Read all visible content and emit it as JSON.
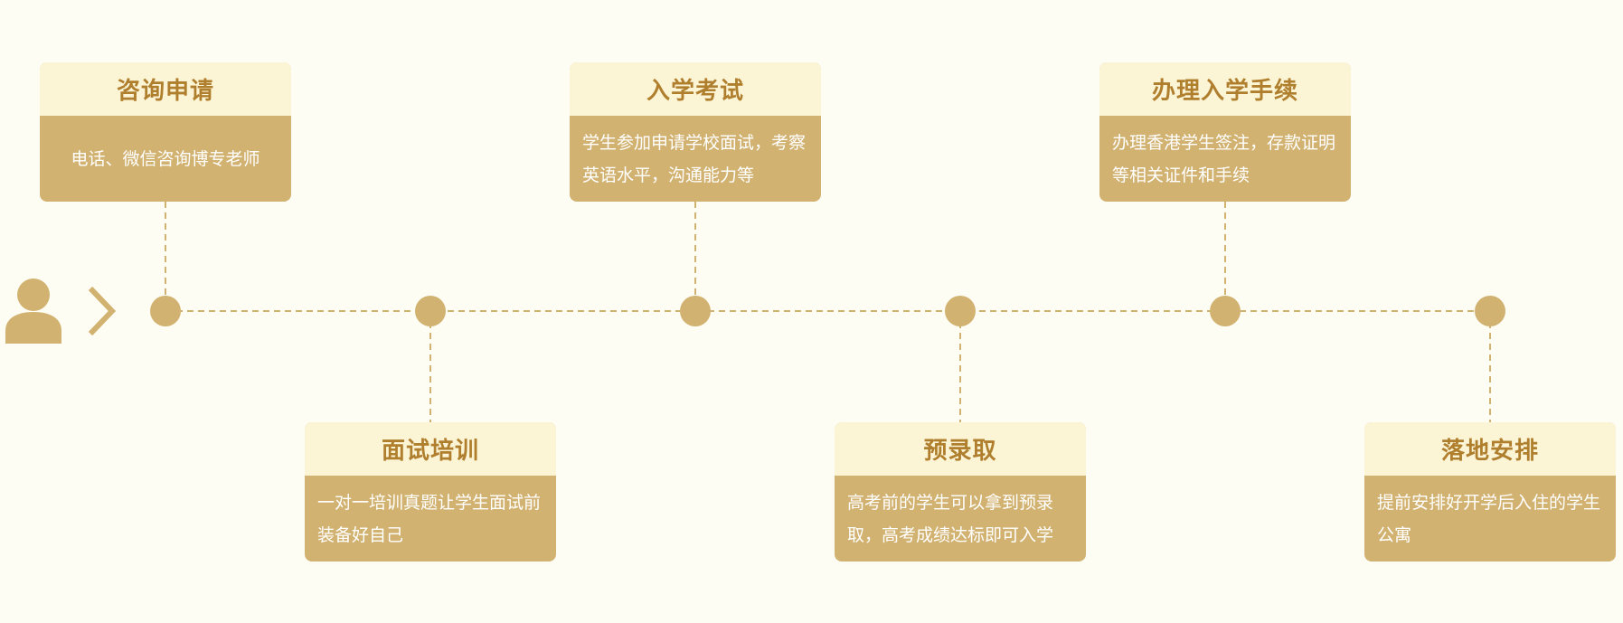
{
  "steps": [
    {
      "title": "咨询申请",
      "desc": "电话、微信咨询博专老师"
    },
    {
      "title": "面试培训",
      "desc": "一对一培训真题让学生面试前装备好自己"
    },
    {
      "title": "入学考试",
      "desc": "学生参加申请学校面试，考察英语水平，沟通能力等"
    },
    {
      "title": "预录取",
      "desc": "高考前的学生可以拿到预录取，高考成绩达标即可入学"
    },
    {
      "title": "办理入学手续",
      "desc": "办理香港学生签注，存款证明等相关证件和手续"
    },
    {
      "title": "落地安排",
      "desc": "提前安排好开学后入住的学生公寓"
    }
  ],
  "icons": {
    "start": "person-icon",
    "arrow": "chevron-right-icon"
  },
  "colors": {
    "background": "#fefdf3",
    "accent": "#d2b271",
    "title_bg": "#fbf4d5",
    "title_text": "#b07f2e",
    "desc_text": "#ffffff"
  }
}
